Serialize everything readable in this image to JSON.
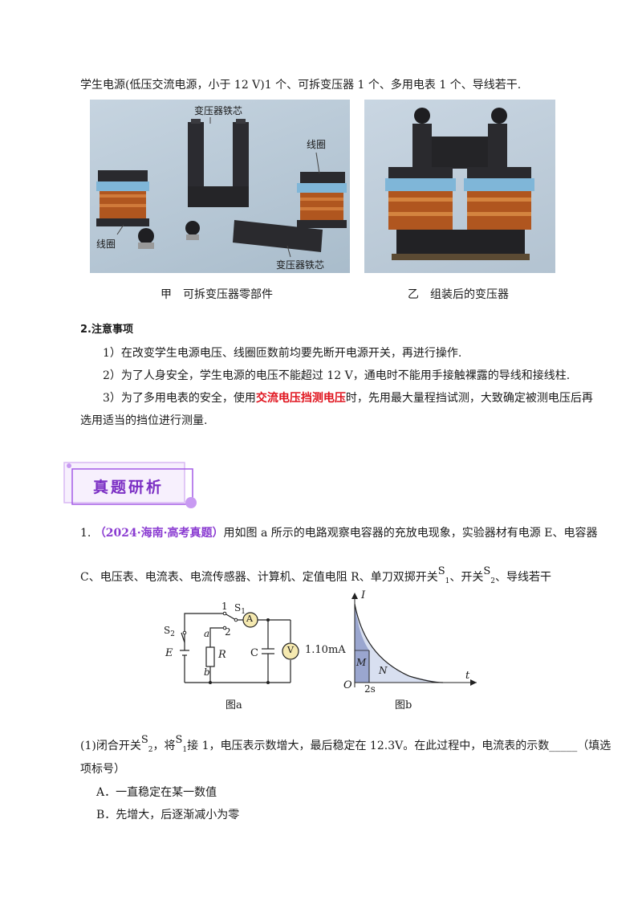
{
  "intro_line": "学生电源(低压交流电源，小于 12 V)1 个、可拆变压器 1 个、多用电表 1 个、导线若干.",
  "photo_left": {
    "labels": [
      "变压器铁芯",
      "线圈",
      "线圈",
      "变压器铁芯"
    ],
    "caption": "甲　可拆变压器零部件"
  },
  "photo_right": {
    "caption": "乙　组装后的变压器"
  },
  "notes": {
    "heading": "2.注意事项",
    "items": [
      "1）在改变学生电源电压、线圈匝数前均要先断开电源开关，再进行操作.",
      "2）为了人身安全，学生电源的电压不能超过 12 V，通电时不能用手接触裸露的导线和接线柱.",
      "3）为了多用电表的安全，使用"
    ],
    "item3_red": "交流电压挡测电压",
    "item3_rest": "时，先用最大量程挡试测，大致确定被测电压后再",
    "item3_line2": "选用适当的挡位进行测量."
  },
  "section_badge": "真题研析",
  "question": {
    "number": "1.",
    "source": "（2024·海南·高考真题）",
    "line1": "用如图 a 所示的电路观察电容器的充放电现象，实验器材有电源 E、电容器",
    "line2_a": "C、电压表、电流表、电流传感器、计算机、定值电阻 R、单刀双掷开关",
    "s1": "S",
    "s1_sub": "1",
    "line2_b": "、开关",
    "s2": "S",
    "s2_sub": "2",
    "line2_c": "、导线若干",
    "part1_a": "(1)闭合开关",
    "part1_b": "，将",
    "part1_c": "接 1，电压表示数增大，最后稳定在 12.3V。在此过程中，电流表的示数_____（填选",
    "part1_d": "项标号）",
    "options": [
      "A．一直稳定在某一数值",
      "B．先增大，后逐渐减小为零"
    ]
  },
  "figure_a": {
    "caption": "图a",
    "labels": {
      "one": "1",
      "two": "2",
      "s1": "S",
      "s1_sub": "1",
      "s2": "S",
      "s2_sub": "2",
      "a": "a",
      "b": "b",
      "E": "E",
      "R": "R",
      "C": "C",
      "A": "A",
      "V": "V"
    }
  },
  "figure_b": {
    "caption": "图b",
    "labels": {
      "I": "I",
      "t": "t",
      "O": "O",
      "current": "1.10mA",
      "time": "2s",
      "M": "M",
      "N": "N"
    }
  }
}
